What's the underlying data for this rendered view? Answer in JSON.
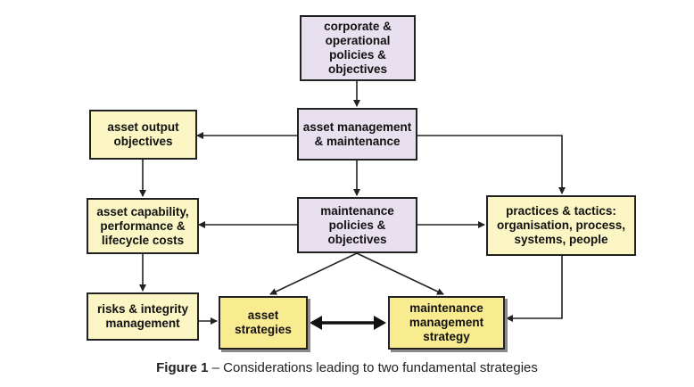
{
  "nodes": {
    "corporate": "corporate & operational policies & objectives",
    "asset_mgmt": "asset management & maintenance",
    "asset_output": "asset output objectives",
    "asset_capability": "asset capability, performance & lifecycle costs",
    "maint_policies": "maintenance policies & objectives",
    "practices": "practices & tactics: organisation, process, systems, people",
    "risks": "risks & integrity management",
    "asset_strategies": "asset strategies",
    "maint_strategy": "maintenance management strategy"
  },
  "caption": {
    "label": "Figure 1",
    "text": " – Considerations leading to two fundamental strategies"
  },
  "colors": {
    "purple_fill": "#e8e0ee",
    "yellow_fill": "#fbf6c4",
    "strategy_fill": "#f9eb8f",
    "line": "#222222"
  }
}
